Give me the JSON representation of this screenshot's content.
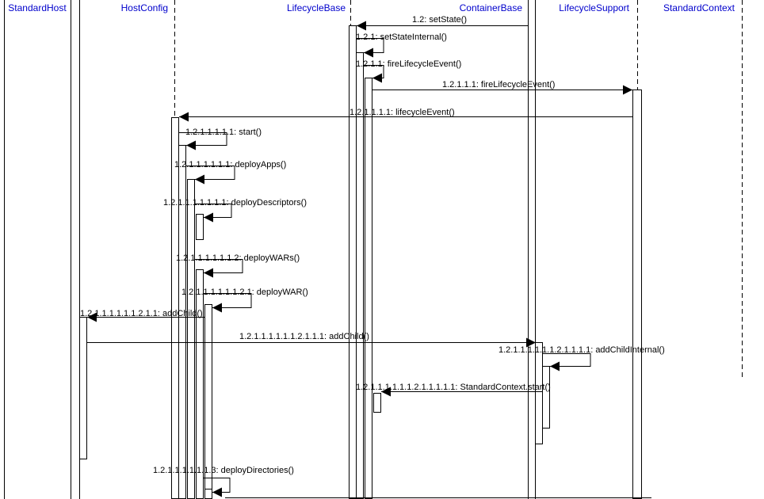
{
  "participants": [
    {
      "id": "standardhost",
      "label": "StandardHost"
    },
    {
      "id": "hostconfig",
      "label": "HostConfig"
    },
    {
      "id": "lifecyclebase",
      "label": "LifecycleBase"
    },
    {
      "id": "containerbase",
      "label": "ContainerBase"
    },
    {
      "id": "lifecyclesupport",
      "label": "LifecycleSupport"
    },
    {
      "id": "standardcontext",
      "label": "StandardContext"
    }
  ],
  "messages": [
    {
      "id": "m1",
      "label": "1.2: setState()"
    },
    {
      "id": "m2",
      "label": "1.2.1: setStateInternal()"
    },
    {
      "id": "m3",
      "label": "1.2.1.1: fireLifecycleEvent()"
    },
    {
      "id": "m4",
      "label": "1.2.1.1.1: fireLifecycleEvent()"
    },
    {
      "id": "m5",
      "label": "1.2.1.1.1.1: lifecycleEvent()"
    },
    {
      "id": "m6",
      "label": "1.2.1.1.1.1.1: start()"
    },
    {
      "id": "m7",
      "label": "1.2.1.1.1.1.1.1: deployApps()"
    },
    {
      "id": "m8",
      "label": "1.2.1.1.1.1.1.1.1: deployDescriptors()"
    },
    {
      "id": "m9",
      "label": "1.2.1.1.1.1.1.1.2: deployWARs()"
    },
    {
      "id": "m10",
      "label": "1.2.1.1.1.1.1.1.2.1: deployWAR()"
    },
    {
      "id": "m11",
      "label": "1.2.1.1.1.1.1.1.2.1.1: addChild()"
    },
    {
      "id": "m12",
      "label": "1.2.1.1.1.1.1.1.2.1.1.1: addChild()"
    },
    {
      "id": "m13",
      "label": "1.2.1.1.1.1.1.1.2.1.1.1.1: addChildInternal()"
    },
    {
      "id": "m14",
      "label": "1.2.1.1.1.1.1.1.2.1.1.1.1.1: StandardContext.start()"
    },
    {
      "id": "m15",
      "label": "1.2.1.1.1.1.1.1.3: deployDirectories()"
    }
  ]
}
